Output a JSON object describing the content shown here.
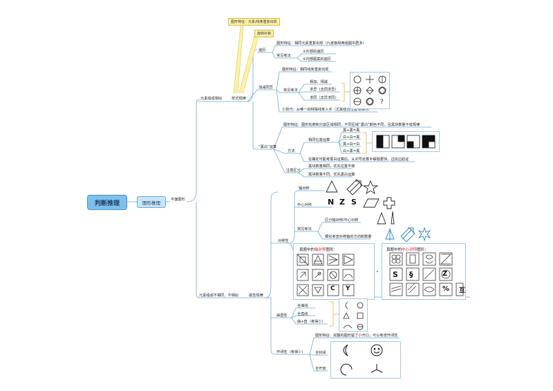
{
  "root": {
    "label": "判断推理"
  },
  "main": {
    "label": "图形推理"
  },
  "l1": {
    "a": "平面图形"
  },
  "l2": {
    "same": "元素组成相似",
    "diff": "元素组成不相同、不相似"
  },
  "l3": {
    "style": "样式规律",
    "attr": "属性规律"
  },
  "callouts": {
    "top": "图形特征：元素/线条重复出现",
    "mid": "旋转补锁"
  },
  "style": {
    "bianli": "遍历",
    "bianli_feature": "图形特征：相同元素重复出现（九宫格和两组图中居多）",
    "changjian": "常见考法",
    "bianli_1": "①外部的遍历",
    "bianli_2": "②内部图案的遍历",
    "jiajian": "加减同异",
    "jiajian_feature": "图形特征：相同线条重复出现",
    "jj_changjian": "常见考法",
    "jj_1": "相加、相减",
    "jj_2": "求异（去同求异）",
    "jj_3": "求同（去异求同）",
    "jj_tip": "小技巧：从唯一的特殊线条入手（尤其结合位置规律时）",
    "heibai": "“黑白”运算",
    "hb_feature": "图形特征：图形轮廓和分割区域相同，不同区域“黑白”颜色不同，且黑块数量不成规律",
    "fangfa": "方法",
    "hb_same": "相同位置运算",
    "hb_r1": "黑+黑=黑",
    "hb_r2": "白+白=黑",
    "hb_r3": "黑+白=白",
    "hb_r4": "白+黑=黑",
    "hb_note": "在确定可能考黑白运算后，从问号处着手解题更快，边找边验证",
    "zhuyi": "注意区分",
    "zy_1": "黑块数量相同，优先位置平移",
    "zy_2": "黑块数量不同，优先黑白运算"
  },
  "attr": {
    "duichen": "对称性",
    "zhou": "轴对称",
    "zhongxin": "中心对称",
    "letters": [
      "N",
      "Z",
      "S"
    ],
    "cj": "常见考法",
    "cj_1": "区分轴对称/中心对称",
    "cj_2": "细化考查对称轴的方向和数量",
    "panel_left_title_pre": "真题中的",
    "panel_left_title_red": "轴对称",
    "panel_left_title_post": "图形：",
    "panel_right_title_pre": "真题中的",
    "panel_right_title_red": "中心对称",
    "panel_right_title_post": "图形：",
    "left_letters": [
      "C",
      "Y"
    ],
    "right_letters": [
      "S",
      "§",
      "Z",
      "%",
      "互"
    ],
    "qu": "曲直性",
    "qu_1": "全曲线",
    "qu_2": "全直线",
    "qu_3": "曲+直（考得少）",
    "kai": "开闭性（考得少）",
    "kai_feature": "图形特征：完整的图形留了小开口，可以考虑开闭性",
    "kai_1": "全封闭",
    "kai_2": "全开放"
  },
  "colors": {
    "root_fill": "#7ec0ea",
    "line": "#6aa8d8",
    "callout": "#fff2a8",
    "accent_red": "#e0191b"
  }
}
